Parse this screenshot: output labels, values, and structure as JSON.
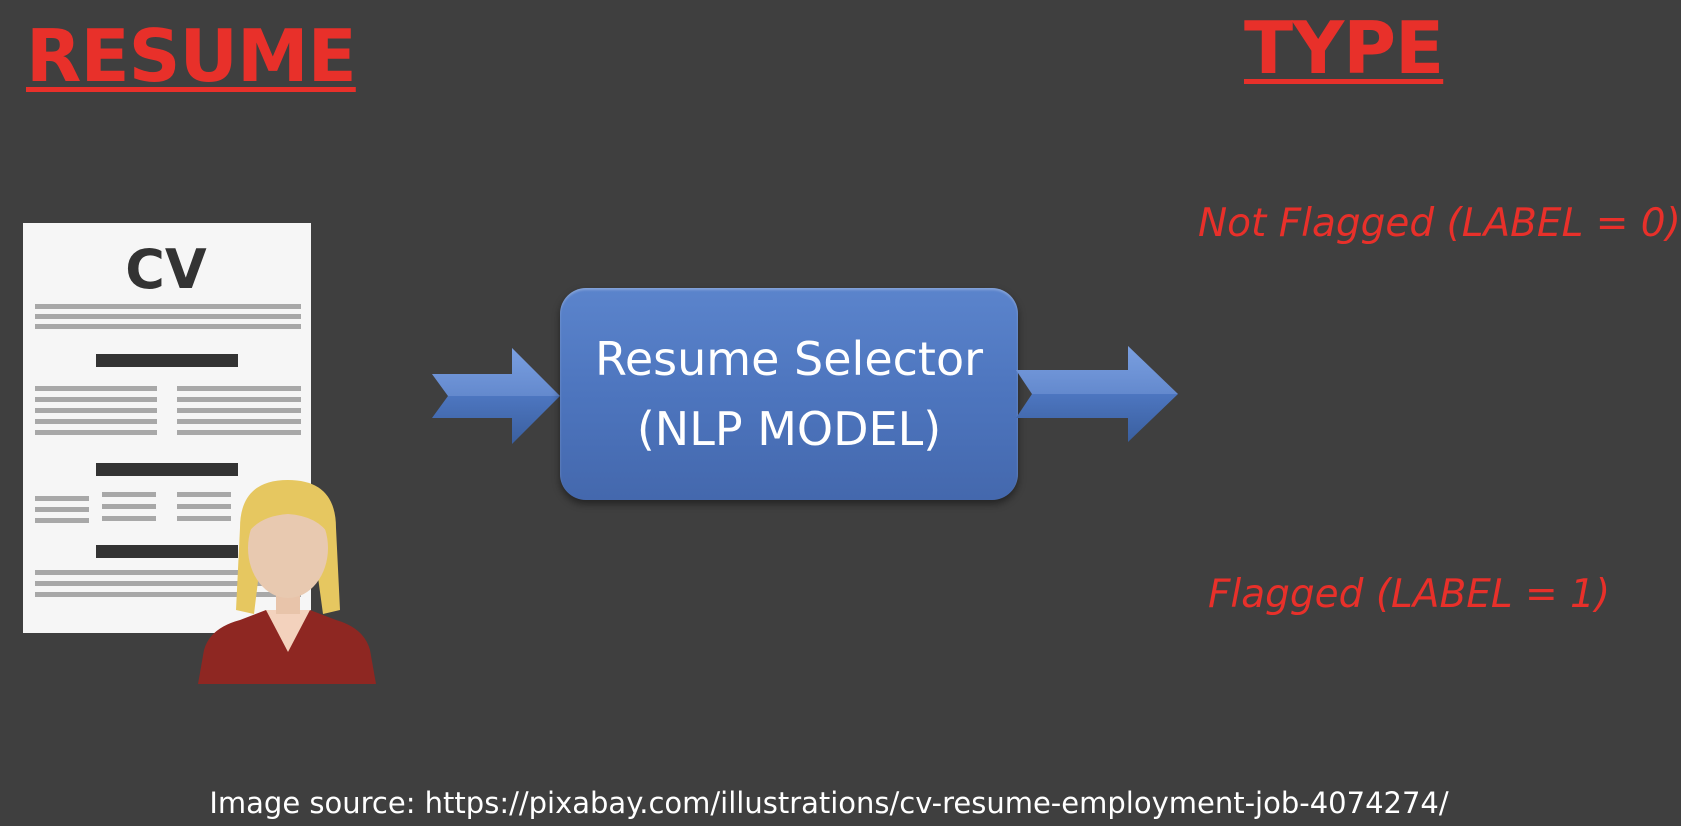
{
  "headings": {
    "resume": "RESUME",
    "type": "TYPE"
  },
  "illustration": {
    "cv_title": "CV",
    "icon": "cv-document-with-woman-avatar"
  },
  "model_box": {
    "line1": "Resume Selector",
    "line2": "(NLP MODEL)"
  },
  "labels": {
    "not_flagged": "Not Flagged (LABEL = 0)",
    "flagged": "Flagged (LABEL = 1)"
  },
  "footer": {
    "source": "Image source: https://pixabay.com/illustrations/cv-resume-employment-job-4074274/"
  },
  "colors": {
    "background": "#3f3f3f",
    "accent_red": "#e8302a",
    "box_blue": "#4f78c0"
  }
}
